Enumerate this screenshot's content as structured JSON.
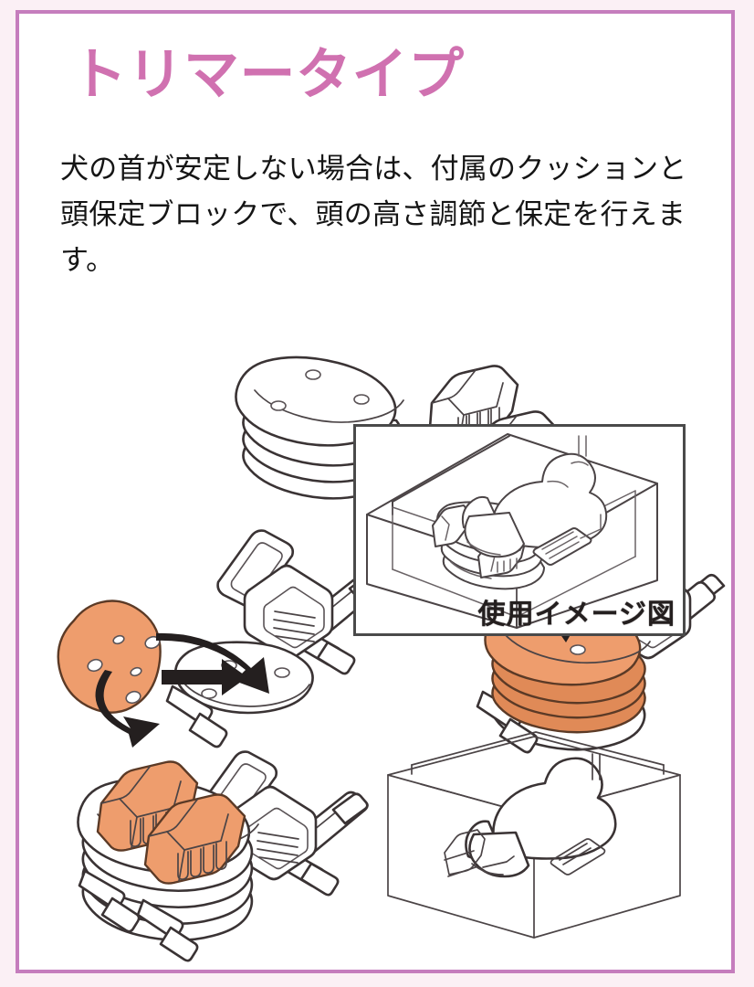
{
  "theme": {
    "page_background": "#fbf0f5",
    "frame_border": "#c57dbd",
    "frame_fill": "#ffffff",
    "title_color": "#d071b0",
    "body_text_color": "#151515",
    "cushion_orange": "#ee9d6d",
    "cushion_orange_shade": "#e08a57",
    "line_ink": "#3a3334",
    "caption_border": "#4a4a4a"
  },
  "header": {
    "title": "トリマータイプ"
  },
  "body": {
    "paragraph": "犬の首が安定しない場合は、付属のクッションと頭保定ブロックで、頭の高さ調節と保定を行えます。"
  },
  "illustrations": {
    "parts_group": {
      "name": "付属クッションと頭保定ブロック",
      "items": [
        {
          "id": "cushion-stack-plain",
          "label": "クッション（積み重ね）",
          "layers": 4,
          "color": "#ffffff"
        },
        {
          "id": "head-block-1",
          "label": "頭保定ブロック",
          "color": "#ffffff"
        },
        {
          "id": "head-block-2",
          "label": "頭保定ブロック",
          "color": "#ffffff"
        }
      ]
    },
    "step_left": {
      "id": "step-attach-cushion",
      "label": "クッションを台座に取り付ける",
      "arrow_count": 3,
      "cushion_color": "#ee9d6d"
    },
    "step_right": {
      "id": "step-stack-cushion",
      "label": "クッションを重ねて高さ調節",
      "arrow_count": 1,
      "cushion_color": "#ee9d6d",
      "stack_layers": 4
    },
    "step_bottom": {
      "id": "step-head-blocks-mounted",
      "label": "頭保定ブロックを装着した状態",
      "block_color": "#ee9d6d"
    },
    "caption_panel": {
      "id": "usage-image-panel",
      "caption": "使用イメージ図",
      "contents": "犬を保定した使用イメージ"
    }
  }
}
